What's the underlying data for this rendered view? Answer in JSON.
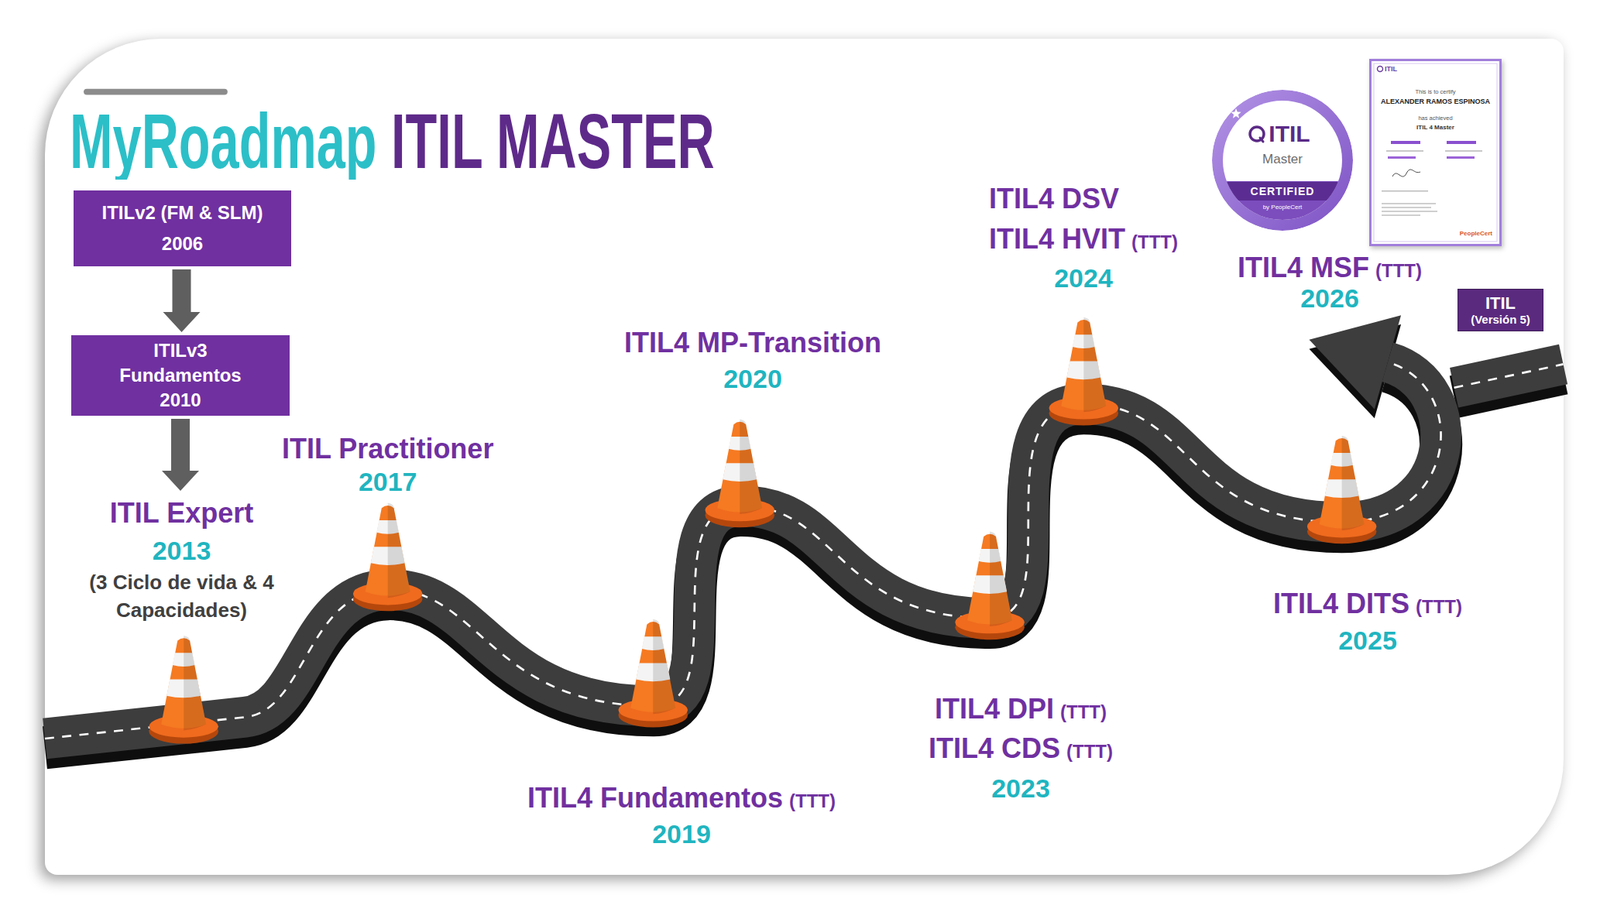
{
  "diagram": {
    "title": "MyRoadmap ITIL MASTER",
    "nodes": [
      {
        "text": [
          "ITILv2 (FM & SLM)",
          "2006"
        ]
      },
      {
        "text": [
          "ITILv3 Fundamentos",
          "2010"
        ]
      },
      {
        "text": [
          "ITIL Expert",
          "2013",
          "(3 Ciclo de vida & 4 Capacidades)"
        ]
      },
      {
        "text": [
          "ITIL",
          "Master",
          "CERTIFIED",
          "by PeopleCert"
        ]
      },
      {
        "text": [
          "ITIL",
          "This is to certify",
          "ALEXANDER RAMOS ESPINOSA",
          "has achieved",
          "ITIL 4 Master",
          "PeopleCert"
        ]
      },
      {
        "text": [
          "ITIL",
          "(Versión 5)"
        ]
      }
    ],
    "edges": [
      {
        "from": 0,
        "to": 1,
        "arrow": "to"
      },
      {
        "from": 1,
        "to": 2,
        "arrow": "to"
      }
    ],
    "labels": [
      "ITIL Practitioner",
      "2017",
      "ITIL4 MP-Transition",
      "2020",
      "ITIL4 Fundamentos",
      "(TTT)",
      "2019",
      "ITIL4 DPI",
      "(TTT)",
      "ITIL4 CDS",
      "(TTT)",
      "2023",
      "ITIL4 DSV",
      "ITIL4 HVIT",
      "(TTT)",
      "2024",
      "ITIL4 DITS",
      "(TTT)",
      "2025",
      "ITIL4 MSF",
      "(TTT)",
      "2026"
    ]
  }
}
